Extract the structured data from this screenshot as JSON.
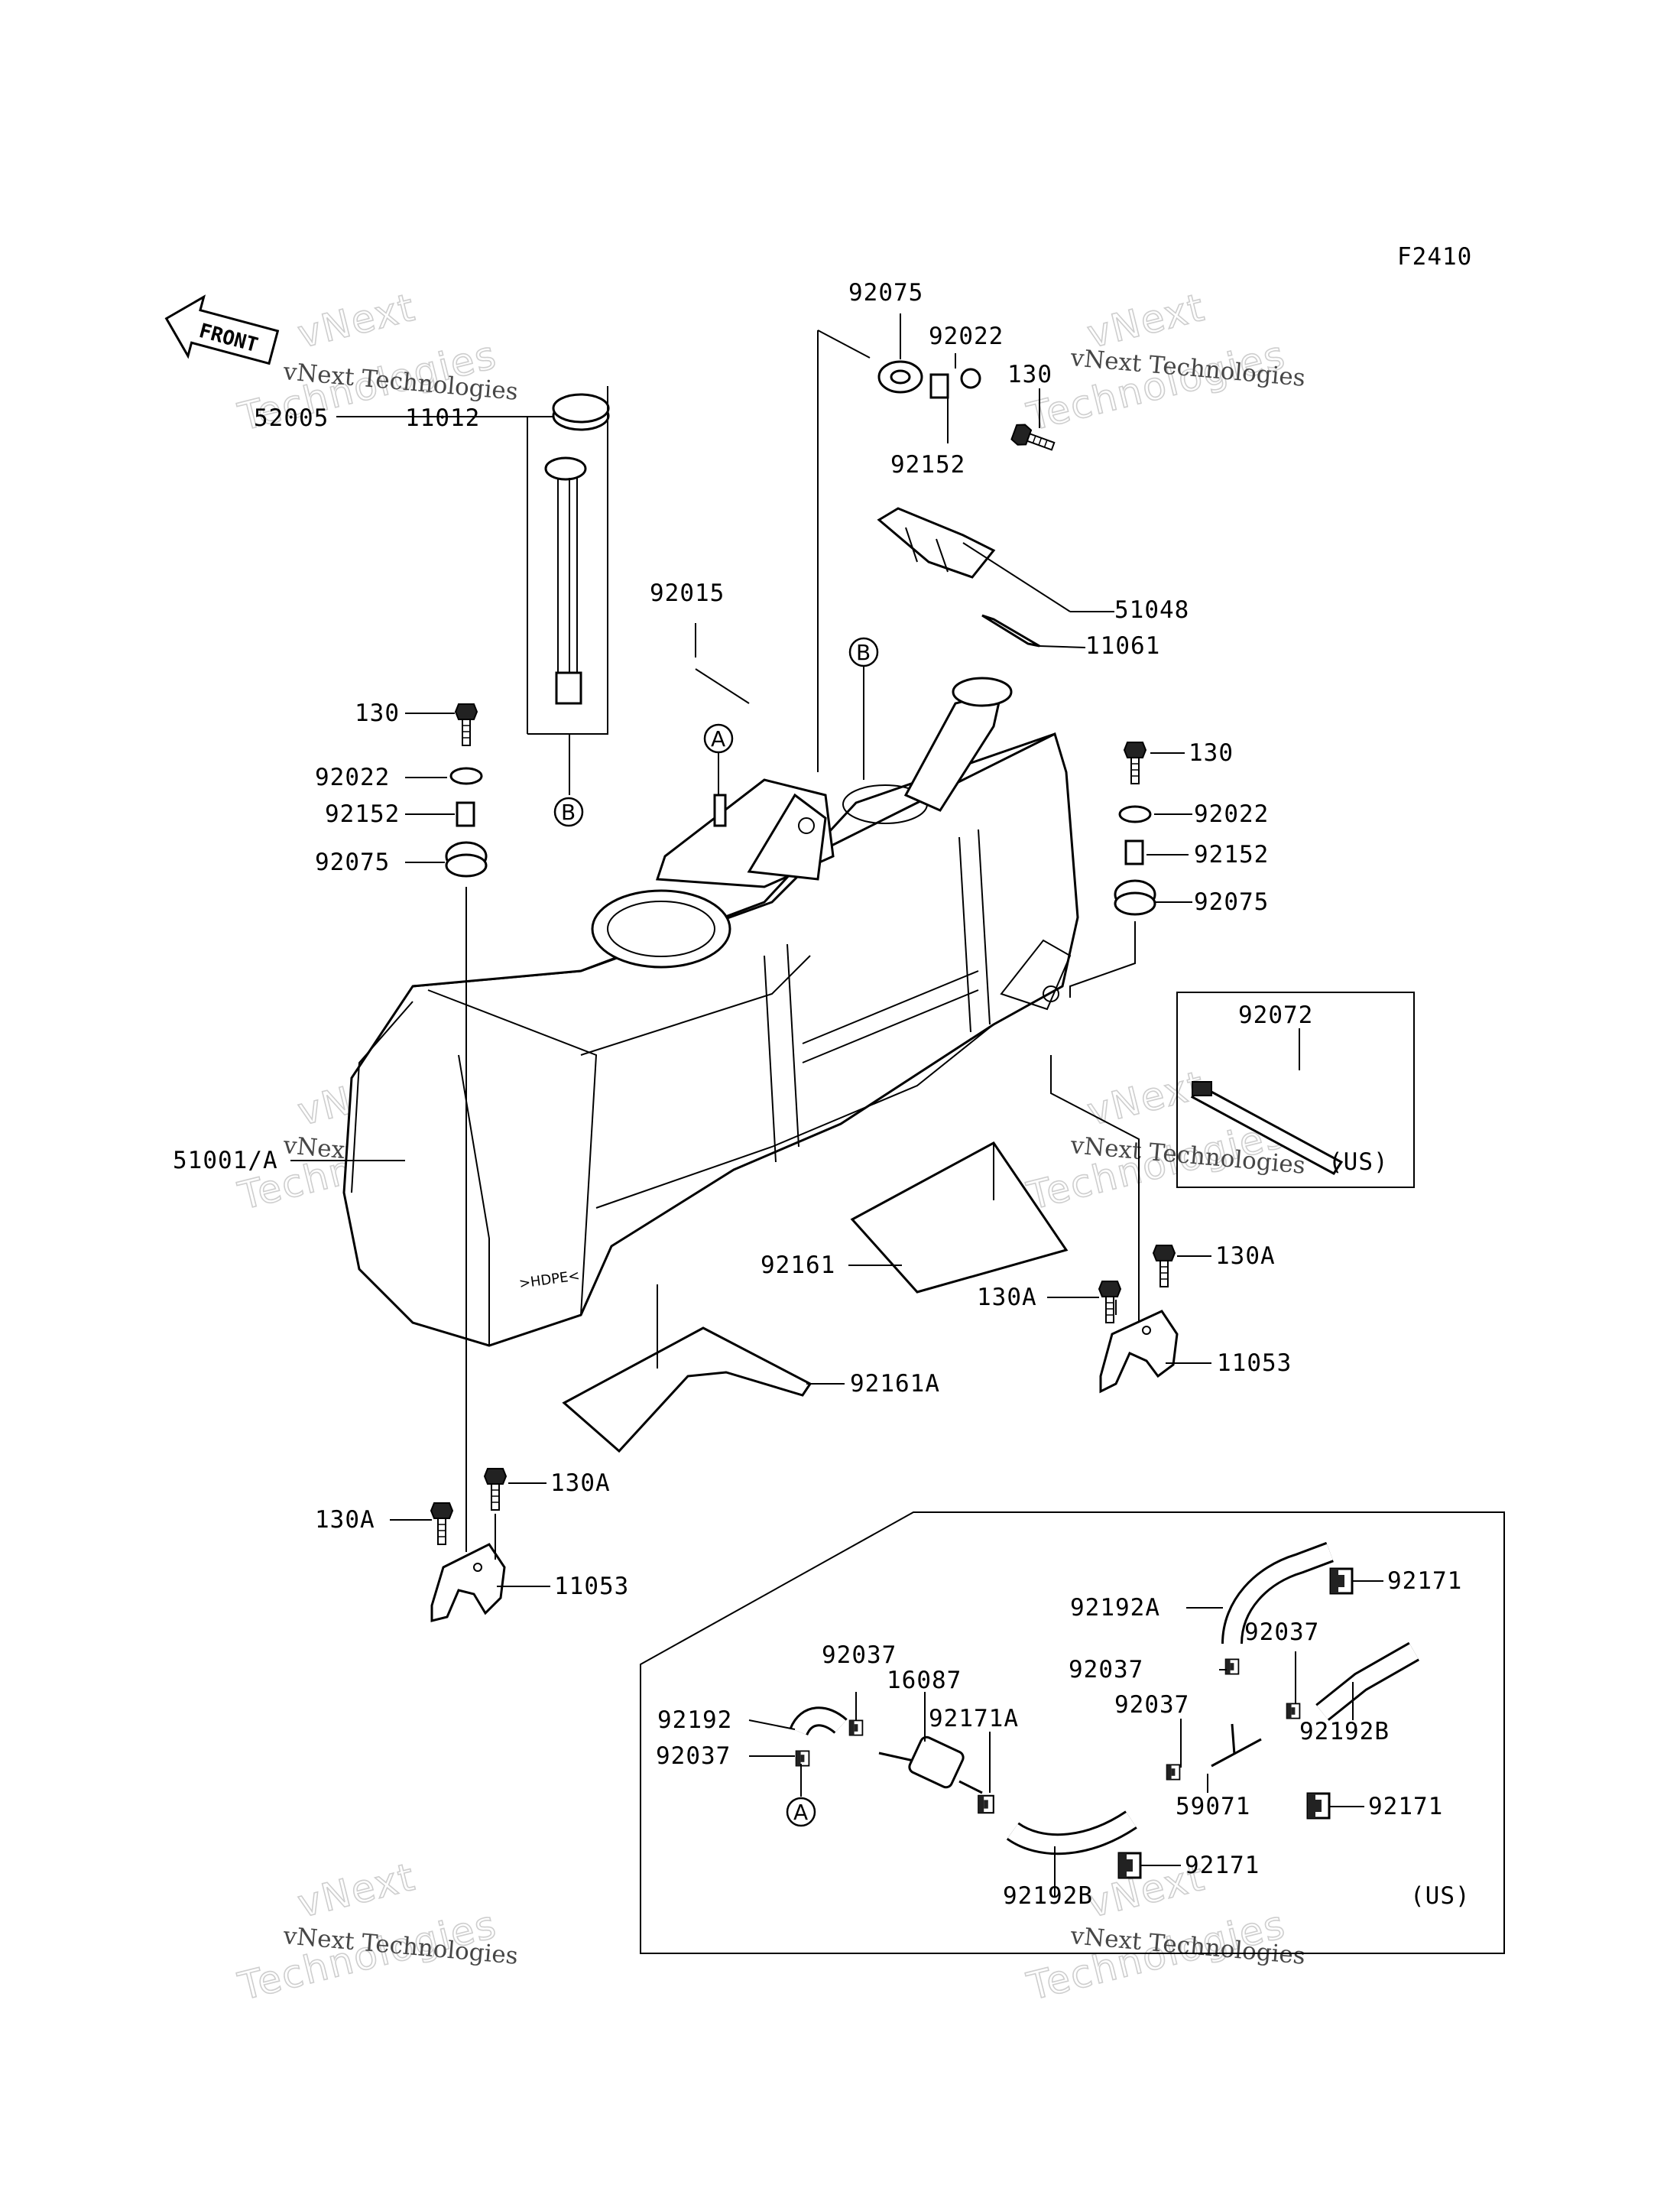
{
  "figure_code": "F2410",
  "front_label": "FRONT",
  "watermark": {
    "line1": "vNext Technologies",
    "line2": "vNext",
    "line3": "Technologies"
  },
  "region_label": "(US)",
  "callouts": {
    "A": "A",
    "B": "B"
  },
  "part_numbers": [
    "92075",
    "92022",
    "130",
    "92152",
    "52005",
    "11012",
    "51048",
    "11061",
    "92015",
    "130",
    "92022",
    "92152",
    "92075",
    "130",
    "92022",
    "92152",
    "92075",
    "92072",
    "(US)",
    "51001/A",
    "92161",
    "130A",
    "130A",
    "11053",
    "92161A",
    "130A",
    "130A",
    "11053",
    "92171",
    "92192A",
    "92037",
    "92037",
    "92037",
    "16087",
    "92192",
    "92171A",
    "92037",
    "92037",
    "92192B",
    "59071",
    "92171",
    "92171",
    "92192B",
    "(US)"
  ]
}
